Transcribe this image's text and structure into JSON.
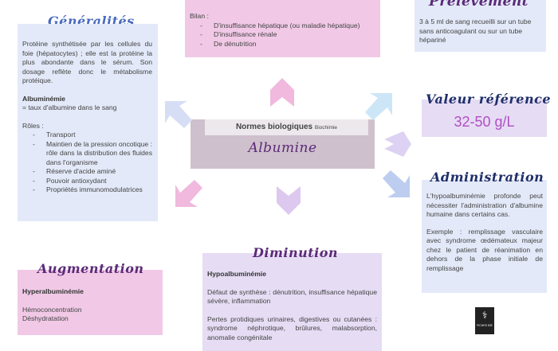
{
  "generalites": {
    "title": "Généralités",
    "intro": "Protéine synthétisée par les cellules du foie (hépatocytes) ; elle est la protéine la plus abondante dans le sérum. Son dosage reflète donc le métabolisme protéique.",
    "albuminemie_label": "Albuminémie",
    "albuminemie_def": "= taux d'albumine dans le sang",
    "roles_label": "Rôles :",
    "roles": [
      "Transport",
      "Maintien de la pression oncotique : rôle dans la distribution des fluides dans l'organisme",
      "Réserve d'acide aminé",
      "Pouvoir antioxydant",
      "Propriétés immunomodulatrices"
    ]
  },
  "bilan": {
    "label": "Bilan :",
    "items": [
      "D'insuffisance hépatique (ou maladie hépatique)",
      "D'insuffisance rénale",
      "De dénutrition"
    ]
  },
  "prelevement": {
    "title": "Prélèvement",
    "text": "3 à 5 ml de sang recueilli sur un tube sans anticoagulant ou sur un tube hépariné"
  },
  "center": {
    "header": "Normes biologiques",
    "header_small": "Biochimie",
    "title": "Albumine"
  },
  "valeur": {
    "title": "Valeur référence",
    "value": "32-50 g/L"
  },
  "administration": {
    "title": "Administration",
    "text1": "L'hypoalbuminémie profonde peut nécessiter l'administration d'albumine humaine dans certains cas.",
    "text2": "Exemple : remplissage vasculaire avec syndrome œdémateux majeur chez le patient de réanimation en dehors de la phase initiale de remplissage"
  },
  "augmentation": {
    "title": "Augmentation",
    "label": "Hyperalbuminémie",
    "items": [
      "Hémoconcentration",
      "Déshydratation"
    ]
  },
  "diminution": {
    "title": "Diminution",
    "label": "Hypoalbuminémie",
    "text1": "Défaut de synthèse : dénutrition, insuffisance hépatique sévère, inflammation",
    "text2": "Pertes protidiques urinaires, digestives ou cutanées : syndrome néphrotique, brûlures, malabsorption, anomalie congénitale"
  },
  "logo": {
    "text": "FICHES IDE"
  },
  "colors": {
    "blue_card": "#e3e9f8",
    "pink_card": "#f1c9e6",
    "lav_card": "#e6dcf4",
    "title": "#5b2a78",
    "value": "#b04fc4"
  }
}
